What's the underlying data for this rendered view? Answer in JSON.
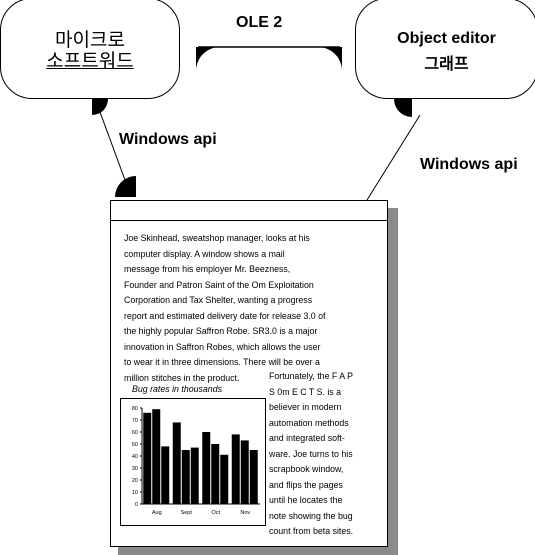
{
  "left_box": {
    "line1": "마이크로",
    "line2": "소프트워드"
  },
  "right_box": {
    "line1": "Object editor",
    "line2": "그래프"
  },
  "top_label": "OLE 2",
  "left_label": "Windows api",
  "right_label": "Windows api",
  "document": {
    "paragraph1": [
      "Joe Skinhead, sweatshop manager, looks at his",
      "computer display.  A window shows a mail",
      "message from his employer Mr. Beezness,",
      "Founder and Patron Saint of the Om Exploitation",
      "Corporation and Tax Shelter, wanting a progress",
      "report and estimated delivery date for release 3.0 of",
      "the highly popular Saffron Robe. SR3.0 is a major",
      "innovation in Saffron Robes, which allows the user",
      "to wear it in three dimensions.  There will be over a",
      "million stitches in the product."
    ],
    "paragraph2": [
      "Fortunately, the F A P",
      "S 0m E C T S. is a",
      "believer in modern",
      "automation methods",
      "and integrated soft-",
      "ware. Joe turns to his",
      "scrapbook window,",
      "and flips the pages",
      "until he locates the",
      "note showing the bug",
      "count from beta sites."
    ]
  },
  "chart_data": {
    "type": "bar",
    "title": "Bug rates in thousands",
    "categories": [
      "Aug",
      "Sept",
      "Oct",
      "Nov"
    ],
    "series": [
      {
        "values": [
          76,
          68,
          60,
          58
        ]
      },
      {
        "values": [
          79,
          45,
          50,
          53
        ]
      },
      {
        "values": [
          48,
          47,
          41,
          45
        ]
      }
    ],
    "yticks": [
      0,
      10,
      20,
      30,
      40,
      50,
      60,
      70,
      80
    ],
    "ylim": [
      0,
      80
    ],
    "grid": false
  }
}
